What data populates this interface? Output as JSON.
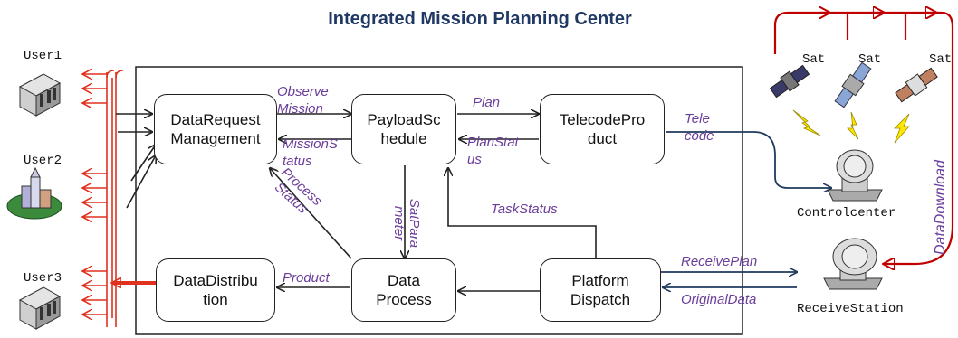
{
  "title": "Integrated Mission Planning Center",
  "users": [
    "User1",
    "User2",
    "User3"
  ],
  "satellites": [
    "Sat",
    "Sat",
    "Sat"
  ],
  "ground": {
    "control_center": "Controlcenter",
    "receive_station": "ReceiveStation"
  },
  "boxes": {
    "data_request": "DataRequest\nManagement",
    "payload_schedule": "PayloadSc\nhedule",
    "telecode_product": "TelecodePro\nduct",
    "data_distribution": "DataDistribu\ntion",
    "data_process": "Data\nProcess",
    "platform_dispatch": "Platform\nDispatch"
  },
  "labels": {
    "observe_mission": "Observe\nMission",
    "mission_status": "MissionS\ntatus",
    "plan": "Plan",
    "plan_status": "PlanStat\nus",
    "telecode": "Tele\ncode",
    "process_status": "Process\nStatus",
    "sat_parameter": "SatPara\nmeter",
    "task_status": "TaskStatus",
    "product": "Product",
    "receive_plan": "ReceivePlan",
    "original_data": "OriginalData",
    "data_download": "DataDownload"
  },
  "colors": {
    "title": "#1f3864",
    "label": "#6a3d9a",
    "user_arrows": "#e0301e",
    "download": "#c00000",
    "ground_link": "#1f3a5f"
  }
}
